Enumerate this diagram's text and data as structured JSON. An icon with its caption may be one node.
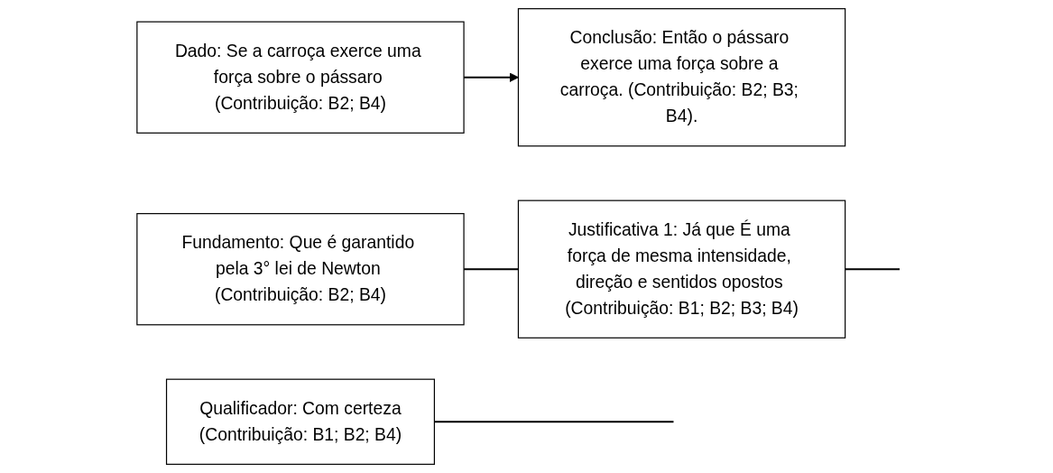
{
  "diagram": {
    "nodes": [
      {
        "text": [
          "Qualificador: Com certeza",
          "(Contribuição: B1; B2; B4)"
        ]
      },
      {
        "text": [
          "Dado: Se a carroça exerce uma força sobre o pássaro (Contribuição: B2; B4)"
        ]
      },
      {
        "text": [
          "Conclusão: Então o pássaro exerce uma força sobre a carroça. (Contribuição: B2; B3; B4)."
        ]
      },
      {
        "text": [
          "Justificativa 1: Já que É uma força de mesma intensidade, direção e sentidos opostos (Contribuição: B1; B2; B3; B4)"
        ]
      },
      {
        "text": [
          "Fundamento: Que é garantido pela 3° lei de Newton (Contribuição: B2; B4)"
        ]
      }
    ],
    "edges": [
      {
        "from": 1,
        "to": 2,
        "arrow": "to"
      },
      {
        "from": 0,
        "to": null,
        "arrow": "none"
      },
      {
        "from": 3,
        "to": null,
        "arrow": "none"
      },
      {
        "from": 4,
        "to": 3,
        "arrow": "none"
      }
    ]
  }
}
